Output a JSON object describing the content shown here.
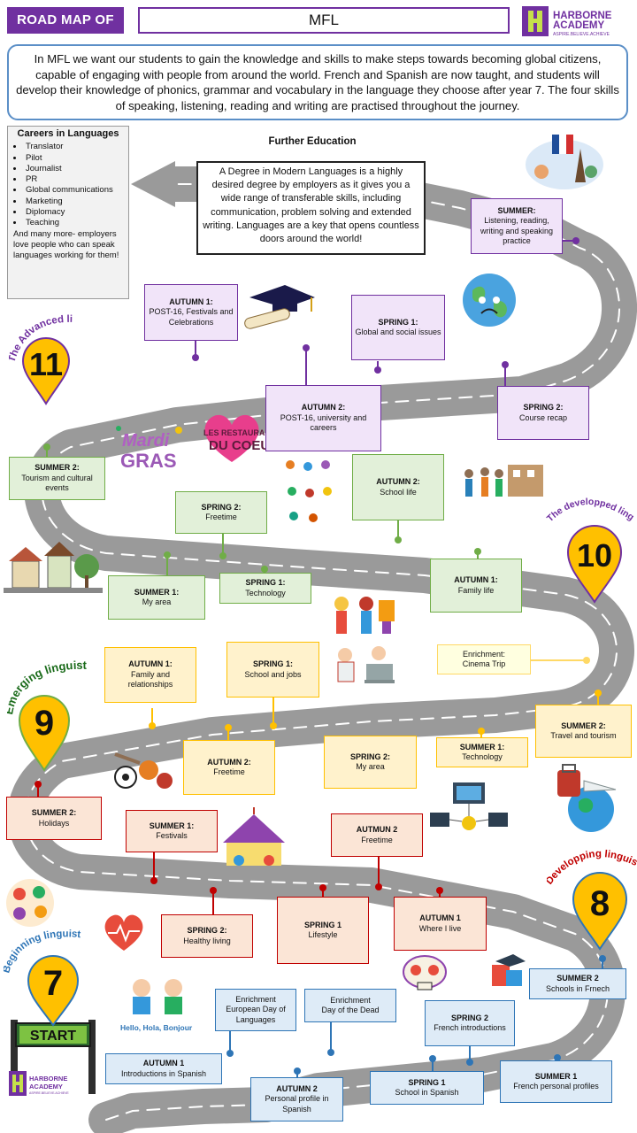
{
  "header": {
    "left": "ROAD MAP OF",
    "subject": "MFL"
  },
  "logo": {
    "name": "HARBORNE",
    "name2": "ACADEMY",
    "tagline": "ASPIRE.BELIEVE.ACHIEVE"
  },
  "intro": "In MFL we want our students to gain the knowledge and skills to make steps towards becoming global citizens, capable of engaging with people from around the world. French and Spanish are now taught, and students will develop their knowledge of phonics, grammar and vocabulary in the language they choose after year 7. The four skills of speaking, listening, reading and writing are practised throughout the journey.",
  "careers": {
    "title": "Careers in Languages",
    "items": [
      "Translator",
      "Pilot",
      "Journalist",
      "PR",
      "Global communications",
      "Marketing",
      "Diplomacy",
      "Teaching"
    ],
    "footer": "And many more- employers love people who can speak languages working for them!"
  },
  "further_education": {
    "title": "Further Education",
    "text": "A Degree  in Modern Languages is a highly desired degree  by employers as it gives you a wide range of transferable skills, including communication, problem solving and extended  writing. Languages are a key that opens countless doors around the world!"
  },
  "levels": {
    "l11": {
      "number": "11",
      "label": "The Advanced linguist"
    },
    "l10": {
      "number": "10",
      "label": "The developped linguist"
    },
    "l9": {
      "number": "9",
      "label": "Emerging linguist"
    },
    "l8": {
      "number": "8",
      "label": "Developping linguist"
    },
    "l7": {
      "number": "7",
      "label": "Beginning linguist"
    }
  },
  "start": "START",
  "clipart": {
    "greeting": "Hello, Hola, Bonjour",
    "mardi1": "Mardi",
    "mardi2": "GRAS",
    "resto1": "LES RESTAURANTS",
    "resto2": "DU COEUR"
  },
  "milestones": {
    "y11_summer": {
      "term": "SUMMER:",
      "desc": "Listening, reading, writing and speaking practice"
    },
    "y11_aut1": {
      "term": "AUTUMN 1:",
      "desc": "POST-16, Festivals and Celebrations"
    },
    "y11_spr1": {
      "term": "SPRING 1:",
      "desc": "Global and social issues"
    },
    "y11_aut2": {
      "term": "AUTUMN 2:",
      "desc": "POST-16, university and careers"
    },
    "y11_spr2": {
      "term": "SPRING 2:",
      "desc": "Course recap"
    },
    "y10_sum2": {
      "term": "SUMMER 2:",
      "desc": "Tourism and cultural events"
    },
    "y10_aut2": {
      "term": "AUTUMN 2:",
      "desc": "School life"
    },
    "y10_spr2": {
      "term": "SPRING 2:",
      "desc": "Freetime"
    },
    "y10_sum1": {
      "term": "SUMMER 1:",
      "desc": "My area"
    },
    "y10_spr1": {
      "term": "SPRING 1:",
      "desc": "Technology"
    },
    "y10_aut1": {
      "term": "AUTUMN 1:",
      "desc": "Family life"
    },
    "y9_aut1": {
      "term": "AUTUMN 1:",
      "desc": "Family and relationships"
    },
    "y9_spr1": {
      "term": "SPRING 1:",
      "desc": "School and jobs"
    },
    "y9_enrich": {
      "term": "Enrichment:",
      "desc": "Cinema Trip"
    },
    "y9_sum2": {
      "term": "SUMMER 2:",
      "desc": "Travel and tourism"
    },
    "y9_aut2": {
      "term": "AUTUMN 2:",
      "desc": "Freetime"
    },
    "y9_spr2": {
      "term": "SPRING 2:",
      "desc": "My area"
    },
    "y9_sum1": {
      "term": "SUMMER 1:",
      "desc": "Technology"
    },
    "y8_sum2": {
      "term": "SUMMER 2:",
      "desc": "Holidays"
    },
    "y8_sum1": {
      "term": "SUMMER 1:",
      "desc": "Festivals"
    },
    "y8_aut2": {
      "term": "AUTMUN 2",
      "desc": "Freetime"
    },
    "y8_spr2": {
      "term": "SPRING 2:",
      "desc": "Healthy living"
    },
    "y8_spr1": {
      "term": "SPRING 1",
      "desc": "Lifestyle"
    },
    "y8_aut1": {
      "term": "AUTUMN 1",
      "desc": "Where I live"
    },
    "y7_sum2": {
      "term": "SUMMER 2",
      "desc": "Schools in Frnech"
    },
    "y7_enrich1": {
      "term": "Enrichment",
      "desc": "European Day of Languages"
    },
    "y7_enrich2": {
      "term": "Enrichment",
      "desc": "Day of the Dead"
    },
    "y7_spr2": {
      "term": "SPRING 2",
      "desc": "French introductions"
    },
    "y7_aut1": {
      "term": "AUTUMN  1",
      "desc": "Introductions in Spanish"
    },
    "y7_aut2": {
      "term": "AUTUMN 2",
      "desc": "Personal profile in Spanish"
    },
    "y7_spr1": {
      "term": "SPRING 1",
      "desc": "School in Spanish"
    },
    "y7_sum1": {
      "term": "SUMMER 1",
      "desc": "French personal profiles"
    }
  },
  "colors": {
    "purple": "#7030a0",
    "green": "#70ad47",
    "yellow": "#ffc000",
    "red": "#c00000",
    "blue": "#2e75b6",
    "road": "#a6a6a6"
  }
}
